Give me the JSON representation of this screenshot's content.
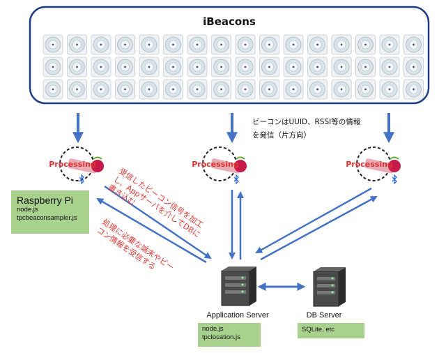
{
  "beacons_panel": {
    "title": "iBeacons",
    "grid": {
      "columns": 16,
      "rows": 3
    }
  },
  "beacon_note": [
    "ビーコンはUUID、RSSI等の情報",
    "を発信（片方向）"
  ],
  "nodes": [
    {
      "id": "pi-left",
      "label": "Processing"
    },
    {
      "id": "pi-center",
      "label": "Processing"
    },
    {
      "id": "pi-right",
      "label": "Processing"
    }
  ],
  "raspberry_box": {
    "title": "Raspberry Pi",
    "lines": [
      "node.js",
      "tpcbeaconsampler.js"
    ]
  },
  "annotation_upload": [
    "受信したビーコン信号を加工",
    "し、Appサーバを介してDBに",
    "書き込む"
  ],
  "annotation_download": [
    "処理に必要な端末やビー",
    "コン情報を受信する"
  ],
  "app_server": {
    "label": "Application Server",
    "lines": [
      "node.js",
      "tpclocation.js"
    ]
  },
  "db_server": {
    "label": "DB Server",
    "lines": [
      "SQLite, etc"
    ]
  },
  "colors": {
    "arrow": "#4472c4",
    "panel_border": "#1f3c88",
    "processing_text": "#e03030",
    "green_box": "#a9d18e",
    "annotation": "#e53935"
  }
}
